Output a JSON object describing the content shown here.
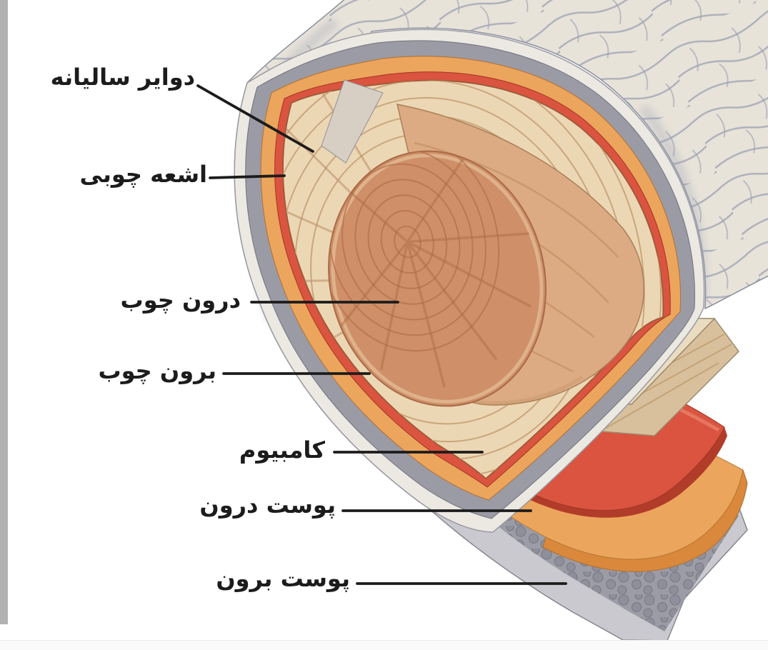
{
  "diagram": {
    "subject": "tree-trunk-layers-cross-section",
    "text_direction": "rtl",
    "labels": {
      "annual_rings": "دوایر سالیانه",
      "wood_rays": "اشعه چوبی",
      "heartwood": "درون چوب",
      "sapwood": "برون چوب",
      "cambium": "کامبیوم",
      "inner_bark": "پوست درون",
      "outer_bark": "پوست برون"
    }
  },
  "palette": {
    "bark-surface": "#e8e3d9",
    "bark-crack": "#9aa0b2",
    "pale-edge": "#ece9e2",
    "outer-bark-gray": "#9b9ba6",
    "outer-bark-light": "#c9c9cf",
    "pebble-dark": "#8d8d99",
    "inner-bark-orange": "#eca55c",
    "inner-bark-edge": "#d9883c",
    "cambium-red": "#da5440",
    "cambium-edge": "#b23c2a",
    "sapwood-cream": "#ecd7b4",
    "sapwood-ring": "#c49e74",
    "heartwood-face": "#cf8f68",
    "heartwood-ring": "#b5714b",
    "heartwood-side": "#dcab83",
    "heartwood-grain": "#c08c60",
    "wood-ray": "#b98e66",
    "label-ink": "#1c1c1c"
  }
}
